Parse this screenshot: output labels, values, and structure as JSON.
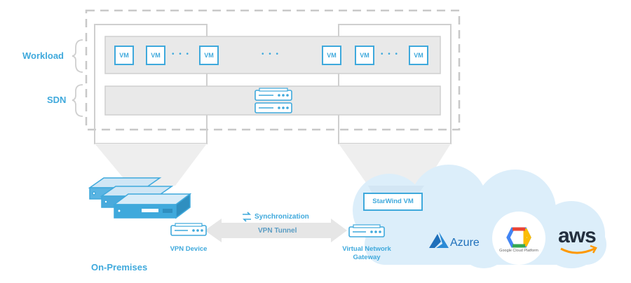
{
  "labels": {
    "workload": "Workload",
    "sdn": "SDN",
    "on_premises": "On-Premises",
    "vpn_device": "VPN Device",
    "synchronization": "Synchronization",
    "vpn_tunnel": "VPN Tunnel",
    "virtual_network_gateway": "Virtual Network Gateway",
    "starwind_vm": "StarWind VM",
    "vm": "VM",
    "ellipsis": "• • •"
  },
  "logos": {
    "azure": "Azure",
    "google_cloud": "Google Cloud Platform",
    "aws": "aws"
  },
  "colors": {
    "accent": "#3fa9dc",
    "panel": "#e9e9e9",
    "panel_border": "#cfcfcf",
    "cloud": "#dceefa",
    "aws_text": "#232f3e",
    "aws_smile": "#ff9900"
  }
}
